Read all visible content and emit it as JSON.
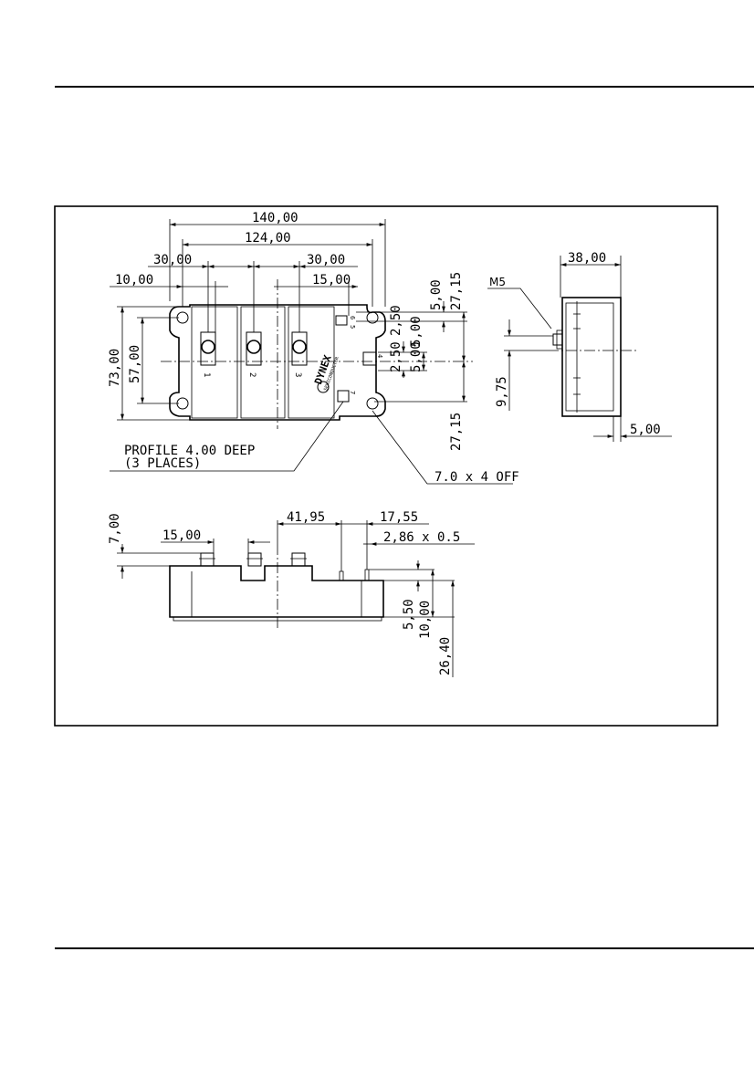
{
  "outline_drawing": {
    "top_view": {
      "dim_overall_length": "140,00",
      "dim_hole_pitch": "124,00",
      "dim_terminal_pitch_left": "30,00",
      "dim_terminal_pitch_right": "30,00",
      "dim_left_offset": "10,00",
      "dim_right_offset": "15,00",
      "dim_overall_width": "73,00",
      "dim_hole_width": "57,00",
      "dim_aux_top_5": "5,00",
      "dim_aux_27": "27,15",
      "dim_aux_250": "2,50",
      "dim_aux_500": "5,00",
      "dim_aux_250b": "2,50",
      "dim_aux_500b": "5,00",
      "dim_aux_27b": "27,15",
      "terminal_labels": [
        "1",
        "2",
        "3"
      ],
      "aux_labels": [
        "6",
        "5",
        "4",
        "7"
      ],
      "logo_text": "DYNEX",
      "logo_subtext": "SEMICONDUCTOR",
      "note_profile": "PROFILE 4.00 DEEP",
      "note_places": "(3 PLACES)",
      "note_holes": "7.0 x 4 OFF"
    },
    "side_view": {
      "dim_depth": "38,00",
      "thread_label": "M5",
      "dim_975": "9,75",
      "dim_500": "5,00"
    },
    "front_view": {
      "dim_terminal_height": "7,00",
      "dim_1500": "15,00",
      "dim_4195": "41,95",
      "dim_1755": "17,55",
      "dim_pin": "2,86  x  0.5",
      "dim_550": "5,50",
      "dim_1000": "10,00",
      "dim_2640": "26,40"
    }
  }
}
